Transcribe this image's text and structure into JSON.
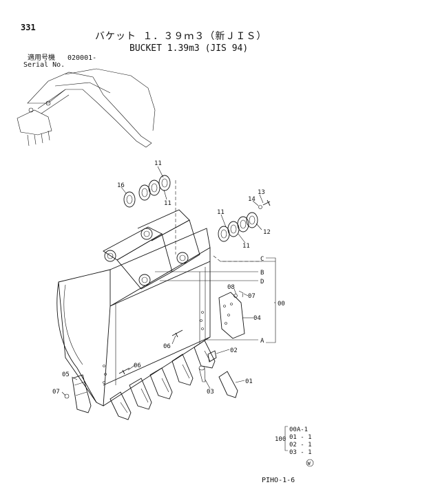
{
  "page_number": "331",
  "title_jp": "バケット １．３９ｍ３（新ＪＩＳ）",
  "title_en": "BUCKET 1.39m3 (JIS 94)",
  "serial": {
    "label_jp": "適用号機",
    "label_en": "Serial No.",
    "value": "020001-"
  },
  "callouts": {
    "c11a": "11",
    "c16": "16",
    "c11b": "11",
    "c13": "13",
    "c14": "14",
    "c11c": "11",
    "c12": "12",
    "c11d": "11",
    "cC": "C",
    "cB": "B",
    "cD": "D",
    "cA": "A",
    "c08": "08",
    "c07a": "07",
    "c04": "04",
    "c00": "00",
    "c02": "02",
    "c06a": "06",
    "c06b": "06",
    "c05": "05",
    "c07b": "07",
    "c03": "03",
    "c01": "01"
  },
  "assembly_table": {
    "prefix": "100",
    "rows": [
      "00A-1",
      "01 - 1",
      "02 - 1",
      "03 - 1"
    ]
  },
  "footer_code": "PIHO-1-6",
  "stamp": "W"
}
